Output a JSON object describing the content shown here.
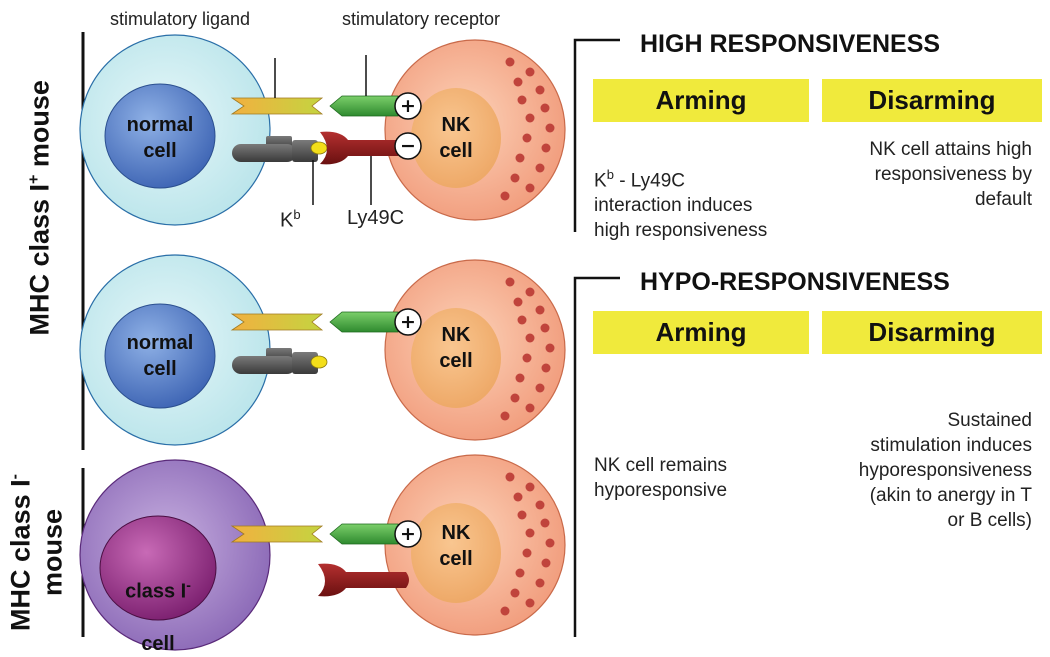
{
  "labels": {
    "stimulatory_ligand": "stimulatory ligand",
    "stimulatory_receptor": "stimulatory receptor",
    "kb": "K",
    "kb_sup": "b",
    "ly49c": "Ly49C",
    "mhc_plus_mouse": "MHC class I",
    "mhc_plus_sup": "+",
    "mhc_plus_suffix": " mouse",
    "mhc_minus_line1": "MHC class I",
    "mhc_minus_sup": "-",
    "mhc_minus_line2": "mouse"
  },
  "cells": {
    "normal": "normal\ncell",
    "nk": "NK\ncell",
    "class_minus_line1": "class I",
    "class_minus_sup": "-",
    "class_minus_line2": "cell",
    "plus_sign": "+",
    "minus_sign": "−"
  },
  "high": {
    "title": "HIGH RESPONSIVENESS",
    "arming_label": "Arming",
    "disarming_label": "Disarming",
    "arming_text_k": "K",
    "arming_text_sup": "b",
    "arming_text_rest": " - Ly49C\ninteraction induces\nhigh responsiveness",
    "disarming_text": "NK cell attains high\nresponsiveness by\ndefault"
  },
  "hypo": {
    "title": "HYPO-RESPONSIVENESS",
    "arming_label": "Arming",
    "disarming_label": "Disarming",
    "arming_text": "NK cell remains\nhyporesponsive",
    "disarming_text": "Sustained\nstimulation induces\nhyporesponsiveness\n(akin to anergy in T\nor B cells)"
  },
  "colors": {
    "yellow_box": "#f0ea3c",
    "normal_outer": "#c8ecf0",
    "normal_inner": "#4f77c2",
    "nk_outer": "#f3a88c",
    "nk_inner": "#f0b070",
    "class_minus_outer": "#9c7bc2",
    "class_minus_inner": "#8a2a7c",
    "receptor_green": "#3a9a3a",
    "ly49c_red": "#8b1a1a",
    "kb_gray": "#5a5a5a",
    "dot_red": "#c0443c"
  }
}
